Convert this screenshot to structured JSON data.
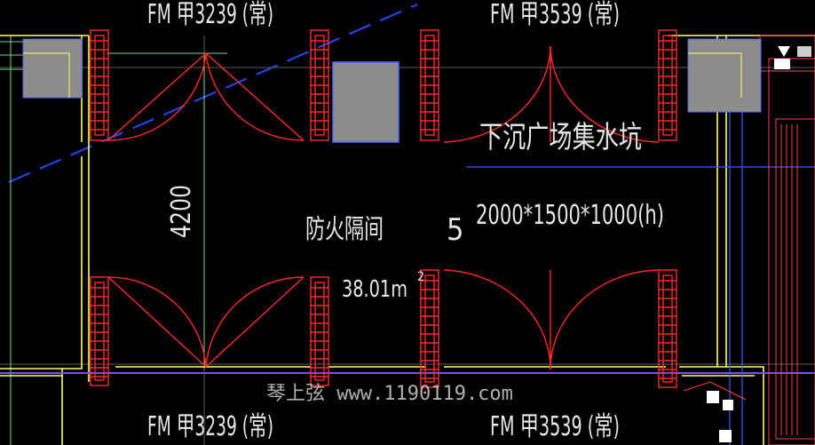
{
  "drawing": {
    "background": "#000000",
    "colors": {
      "wall": "#ffff66",
      "door": "#ff2a2a",
      "column_fill": "#8c8c8c",
      "column_edge": "#4b6bff",
      "axis_blue": "#2448ff",
      "guide_green": "#7dd97d",
      "text": "#e6e6e6"
    },
    "door_labels": {
      "top_left": "FM 甲3239 (常)",
      "top_right": "FM 甲3539 (常)",
      "bottom_left": "FM 甲3239 (常)",
      "bottom_right": "FM 甲3539 (常)"
    },
    "room": {
      "name": "防火隔间",
      "number": "5",
      "area": "38.01m",
      "area_sup": "2"
    },
    "dimension": {
      "length": "4200"
    },
    "pit": {
      "name": "下沉广场集水坑",
      "size": "2000*1500*1000(h)"
    },
    "watermark": "琴上弦 www.1190119.com"
  }
}
